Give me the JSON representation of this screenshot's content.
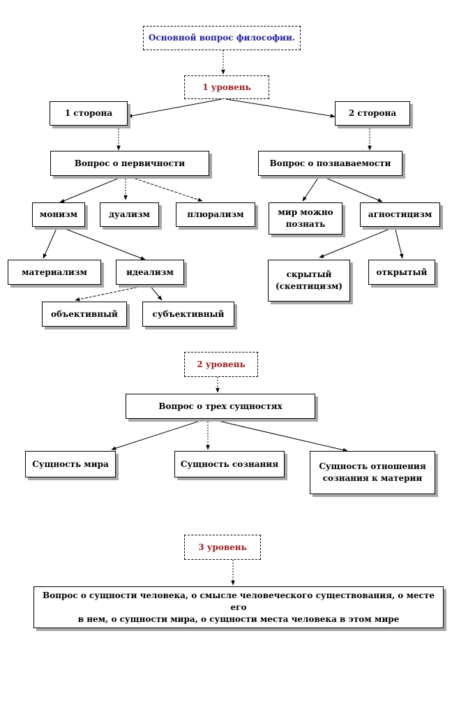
{
  "colors": {
    "title": "#1f1fa0",
    "level": "#9b1b1b",
    "text": "#000000",
    "shadow": "#a8a8a8"
  },
  "nodes": {
    "root": "Основной вопрос философии.",
    "level1": "1 уровень",
    "side1": "1 сторона",
    "side2": "2 сторона",
    "primacy": "Вопрос о первичности",
    "knowability": "Вопрос о познаваемости",
    "monism": "монизм",
    "dualism": "дуализм",
    "pluralism": "плюрализм",
    "knowable": "мир можно\nпознать",
    "agnosticism": "агностицизм",
    "materialism": "материализм",
    "idealism": "идеализм",
    "hidden": "скрытый\n(скептицизм)",
    "open": "открытый",
    "objective": "объективный",
    "subjective": "субъективный",
    "level2": "2 уровень",
    "three": "Вопрос о трех сущностях",
    "world": "Сущность мира",
    "consciousness": "Сущность сознания",
    "relation": "Сущность отношения\nсознания к материи",
    "level3": "3 уровень",
    "human": "Вопрос о сущности человека, о смысле человеческого существования, о месте его\nв нем, о сущности мира, о сущности места человека в этом мире"
  }
}
